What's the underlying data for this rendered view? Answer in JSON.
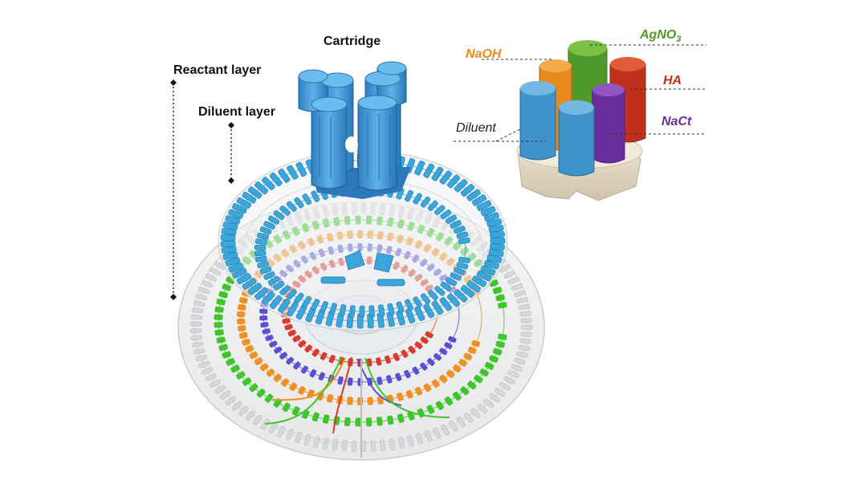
{
  "labels": {
    "cartridge": "Cartridge",
    "reactant_layer": "Reactant layer",
    "diluent_layer": "Diluent layer"
  },
  "cartridge_detail": {
    "naoh": "NaOH",
    "agno3_main": "AgNO",
    "agno3_sub": "3",
    "ha": "HA",
    "nact": "NaCt",
    "diluent": "Diluent"
  },
  "colors": {
    "diluent_blue": "#3f93c9",
    "naoh_orange": "#e8891d",
    "agno3_green": "#4f9a2a",
    "ha_red": "#c0301d",
    "nact_purple": "#6a2e9c",
    "base_beige": "#e4dac6",
    "ring_green": "#3fc52b",
    "ring_orange": "#f09022",
    "ring_purple": "#5a4fd0",
    "ring_red": "#d83a2c",
    "ring_blue": "#3aa6d9",
    "ring_gray": "#d6d8da"
  }
}
